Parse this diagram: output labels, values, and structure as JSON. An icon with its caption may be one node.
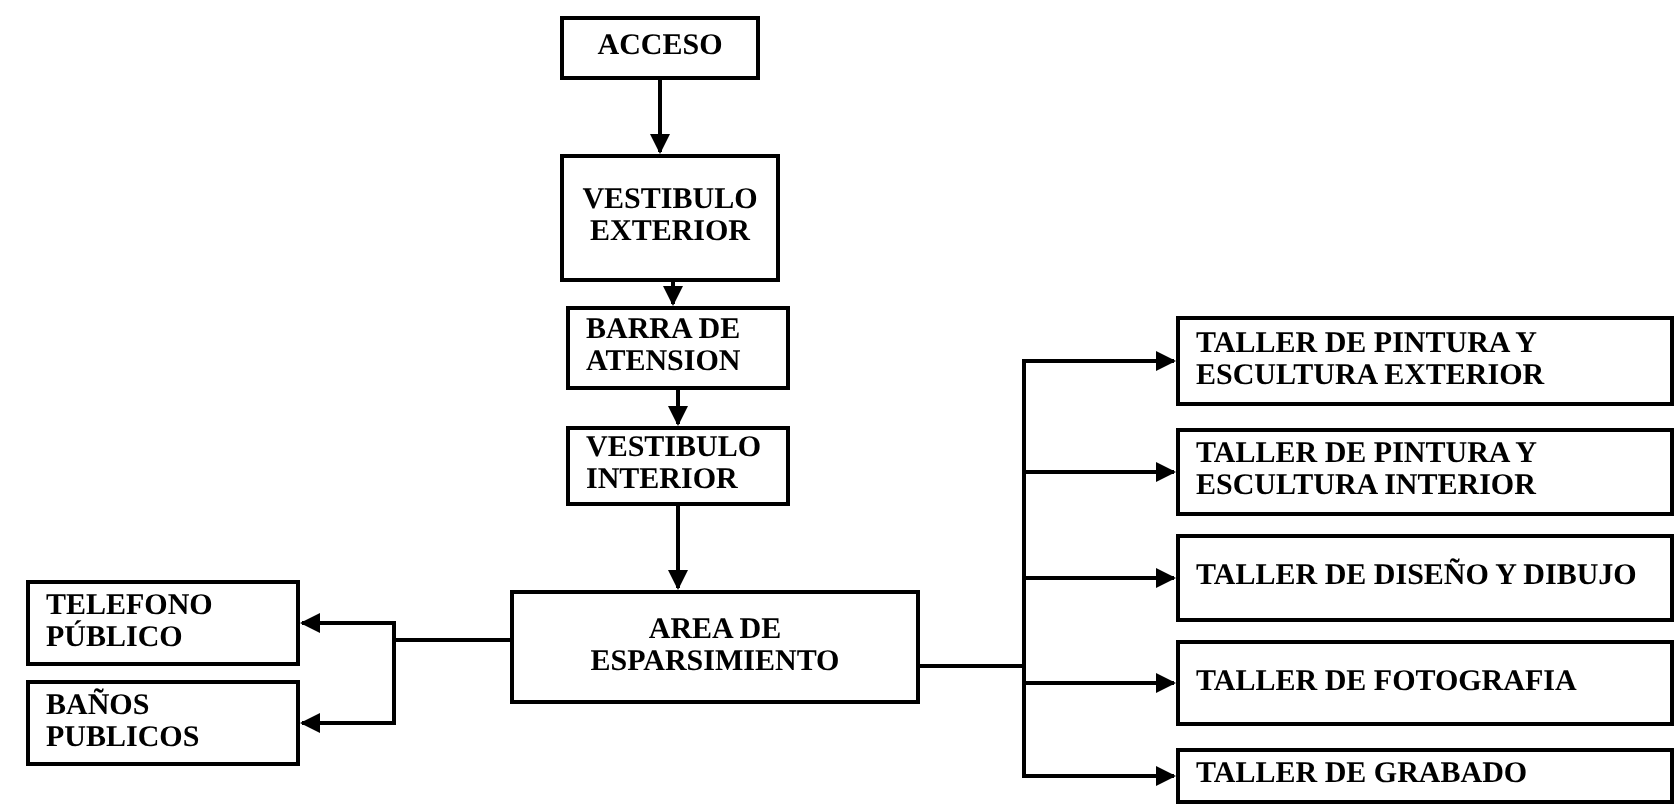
{
  "diagram": {
    "nodes": [
      {
        "text": [
          "ACCESO"
        ]
      },
      {
        "text": [
          "VESTIBULO EXTERIOR"
        ]
      },
      {
        "text": [
          "BARRA DE ATENSION"
        ]
      },
      {
        "text": [
          "VESTIBULO INTERIOR"
        ]
      },
      {
        "text": [
          "AREA DE ESPARSIMIENTO"
        ]
      },
      {
        "text": [
          "TELEFONO PÚBLICO"
        ]
      },
      {
        "text": [
          "BAÑOS PUBLICOS"
        ]
      },
      {
        "text": [
          "TALLER DE PINTURA Y ESCULTURA EXTERIOR"
        ]
      },
      {
        "text": [
          "TALLER DE PINTURA Y ESCULTURA INTERIOR"
        ]
      },
      {
        "text": [
          "TALLER DE DISEÑO Y DIBUJO"
        ]
      },
      {
        "text": [
          "TALLER DE FOTOGRAFIA"
        ]
      },
      {
        "text": [
          "TALLER DE GRABADO"
        ]
      }
    ],
    "edges": [
      {
        "from": 0,
        "to": 1,
        "arrow": "to"
      },
      {
        "from": 1,
        "to": 2,
        "arrow": "to"
      },
      {
        "from": 2,
        "to": 3,
        "arrow": "to"
      },
      {
        "from": 3,
        "to": 4,
        "arrow": "to"
      },
      {
        "from": 4,
        "to": 5,
        "arrow": "to"
      },
      {
        "from": 4,
        "to": 6,
        "arrow": "to"
      },
      {
        "from": 4,
        "to": 7,
        "arrow": "to"
      },
      {
        "from": 4,
        "to": 8,
        "arrow": "to"
      },
      {
        "from": 4,
        "to": 9,
        "arrow": "to"
      },
      {
        "from": 4,
        "to": 10,
        "arrow": "to"
      },
      {
        "from": 4,
        "to": 11,
        "arrow": "to"
      }
    ]
  }
}
